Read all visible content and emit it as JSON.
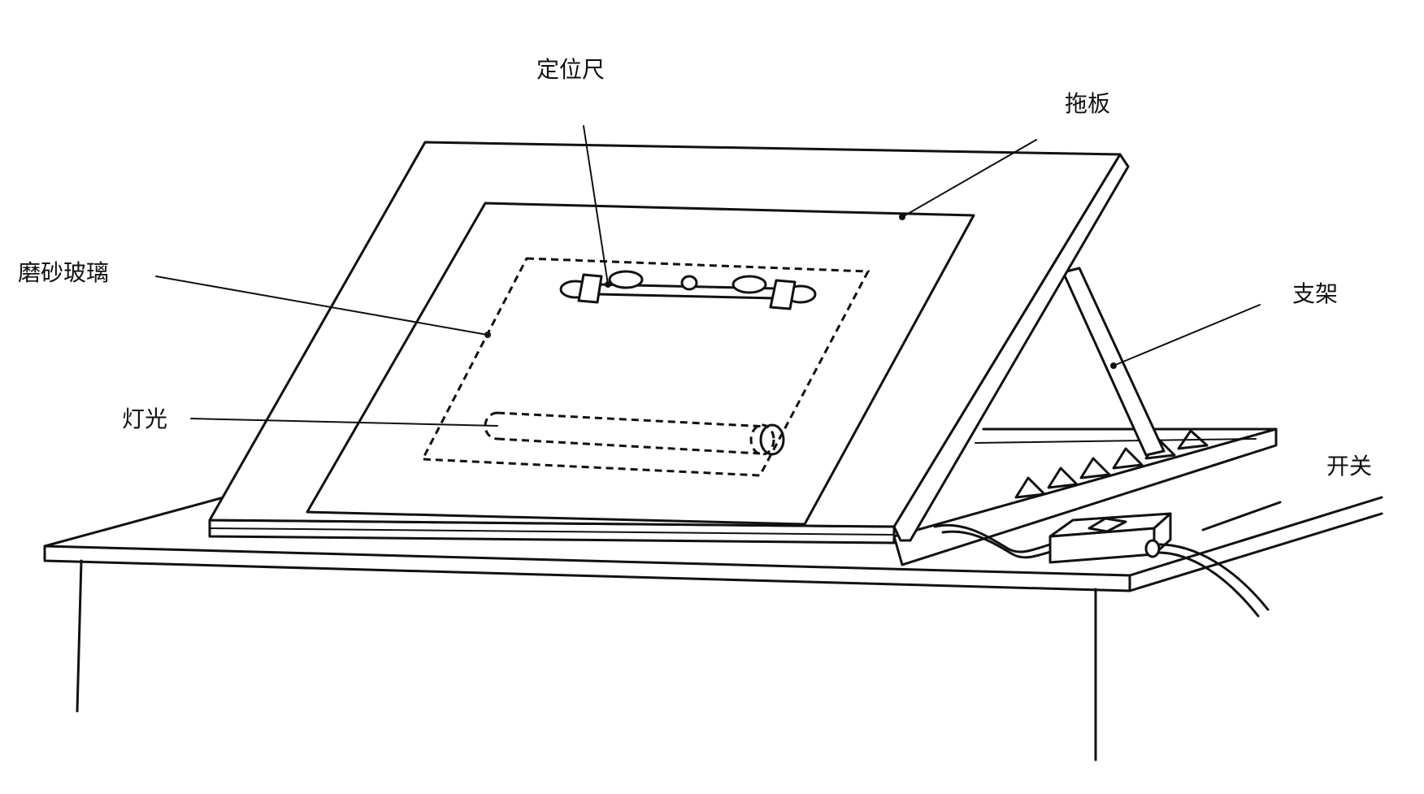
{
  "labels": {
    "ruler": "定位尺",
    "board": "拖板",
    "glass": "磨砂玻璃",
    "light": "灯光",
    "stand": "支架",
    "switch": "开关"
  },
  "colors": {
    "line": "#111111",
    "background": "#ffffff"
  }
}
